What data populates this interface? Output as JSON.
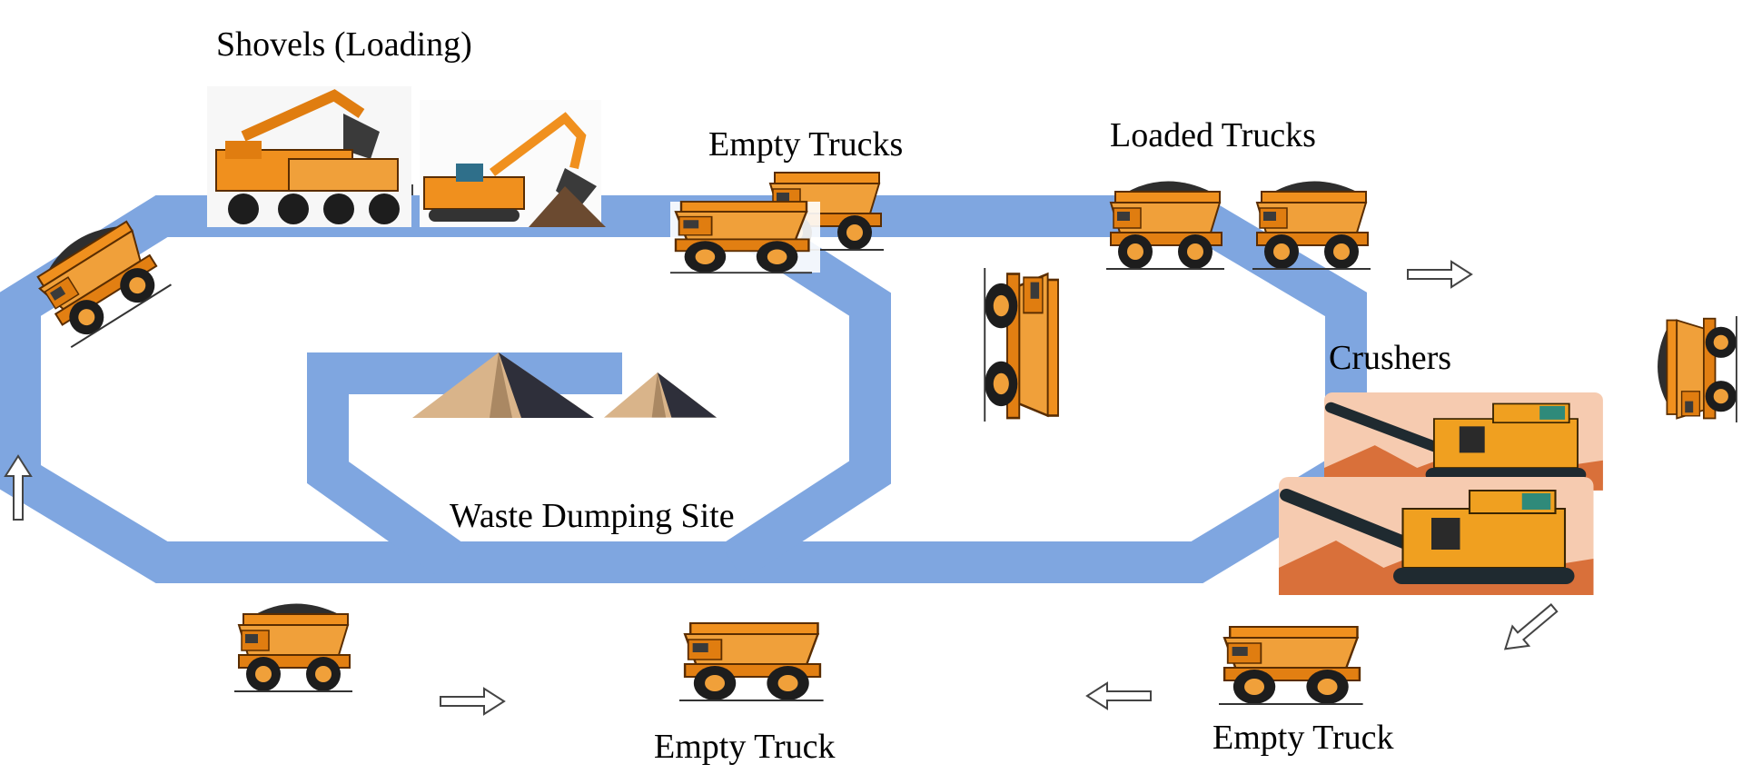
{
  "labels": {
    "shovels": "Shovels (Loading)",
    "empty_trucks_top": "Empty Trucks",
    "loaded_trucks": "Loaded Trucks",
    "crushers": "Crushers",
    "waste_site": "Waste Dumping Site",
    "empty_truck_bottom_center": "Empty Truck",
    "empty_truck_bottom_right": "Empty Truck"
  },
  "icons": [
    "shovel-icon",
    "excavator-icon",
    "haul-truck-icon",
    "loaded-haul-truck-icon",
    "waste-pile-icon",
    "crusher-icon",
    "direction-arrow-icon"
  ],
  "colors": {
    "road": "#7fa6e0",
    "truck_body": "#f0901e",
    "truck_dark": "#1d1d1d",
    "ore": "#2e2e2e",
    "pile_light": "#d9b48a",
    "pile_dark": "#2e2f3a",
    "crusher_bg": "#f6cbb0"
  }
}
